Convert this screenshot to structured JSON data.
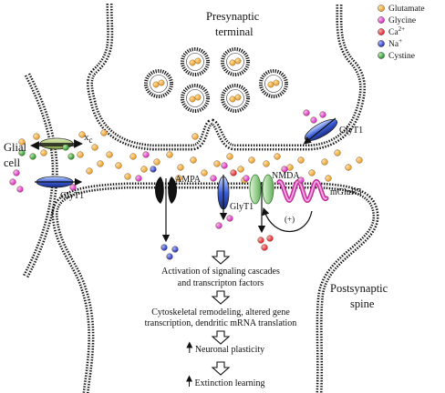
{
  "labels": {
    "presynaptic": [
      "Presynaptic",
      "terminal"
    ],
    "glial": [
      "Glial",
      "cell"
    ],
    "postsynaptic": [
      "Postsynaptic",
      "spine"
    ],
    "xc": "x",
    "xc_sub": "c",
    "glyt1_pre": "GlyT1",
    "glyt1_glial": "GlyT1",
    "glyt1_post": "GlyT1",
    "ampa": "AMPA",
    "nmda": "NMDA",
    "mglur5": "mGluR5",
    "feedback": "(+)"
  },
  "legend": [
    {
      "label": "Glutamate",
      "color": "#f0a63a"
    },
    {
      "label": "Glycine",
      "color": "#e040c8"
    },
    {
      "label": "Ca",
      "sup": "2+",
      "color": "#e8303a"
    },
    {
      "label": "Na",
      "sup": "+",
      "color": "#3a46c8"
    },
    {
      "label": "Cystine",
      "color": "#3a9a3a"
    }
  ],
  "cascade": [
    {
      "lines": [
        "Activation of signaling cascades",
        "and transcripton factors"
      ]
    },
    {
      "lines": [
        "Cytoskeletal remodeling, altered gene",
        "transcription, dendritic mRNA translation"
      ]
    },
    {
      "lines": [
        "Neuronal plasticity"
      ],
      "up_arrow": true
    },
    {
      "lines": [
        "Extinction learning"
      ],
      "up_arrow": true
    }
  ]
}
